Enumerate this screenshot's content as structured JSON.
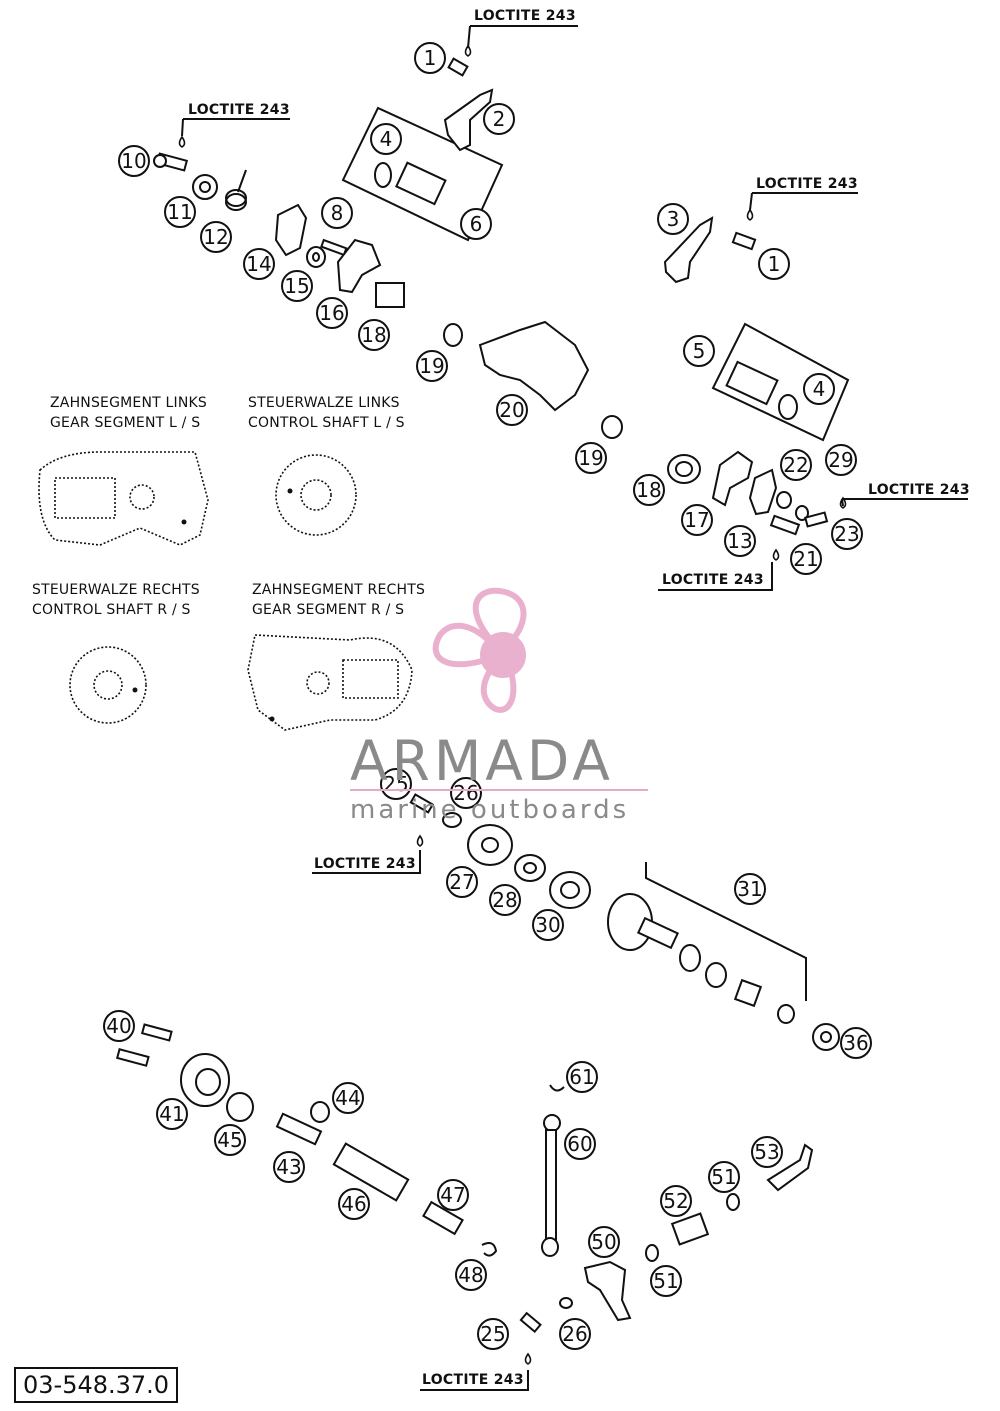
{
  "document": {
    "number": "03-548.37.0",
    "adhesive_note": "LOCTITE 243"
  },
  "loctite_labels": [
    {
      "id": "loctite-1",
      "text": "LOCTITE 243"
    },
    {
      "id": "loctite-10",
      "text": "LOCTITE 243"
    },
    {
      "id": "loctite-1b",
      "text": "LOCTITE 243"
    },
    {
      "id": "loctite-23",
      "text": "LOCTITE 243"
    },
    {
      "id": "loctite-21",
      "text": "LOCTITE 243"
    },
    {
      "id": "loctite-25",
      "text": "LOCTITE 243"
    },
    {
      "id": "loctite-25b",
      "text": "LOCTITE 243"
    }
  ],
  "detail_views": [
    {
      "id": "gear-segment-left",
      "title_de": "ZAHNSEGMENT LINKS",
      "title_en": "GEAR SEGMENT L / S"
    },
    {
      "id": "control-shaft-left",
      "title_de": "STEUERWALZE LINKS",
      "title_en": "CONTROL SHAFT L / S"
    },
    {
      "id": "control-shaft-right",
      "title_de": "STEUERWALZE RECHTS",
      "title_en": "CONTROL SHAFT R / S"
    },
    {
      "id": "gear-segment-right",
      "title_de": "ZAHNSEGMENT RECHTS",
      "title_en": "GEAR SEGMENT R / S"
    }
  ],
  "callouts": [
    "1",
    "2",
    "4",
    "6",
    "10",
    "11",
    "12",
    "8",
    "14",
    "15",
    "16",
    "18",
    "3",
    "1",
    "19",
    "20",
    "5",
    "4",
    "19",
    "18",
    "17",
    "13",
    "22",
    "29",
    "23",
    "21",
    "25",
    "26",
    "27",
    "28",
    "30",
    "31",
    "36",
    "40",
    "41",
    "45",
    "44",
    "43",
    "46",
    "47",
    "48",
    "61",
    "60",
    "50",
    "53",
    "51",
    "52",
    "51",
    "25",
    "26"
  ],
  "watermark": {
    "brand": "ARMADA",
    "tagline": "marine outboards",
    "colors": {
      "propeller": "#e8a9c9",
      "text": "#8a8a8a"
    }
  }
}
